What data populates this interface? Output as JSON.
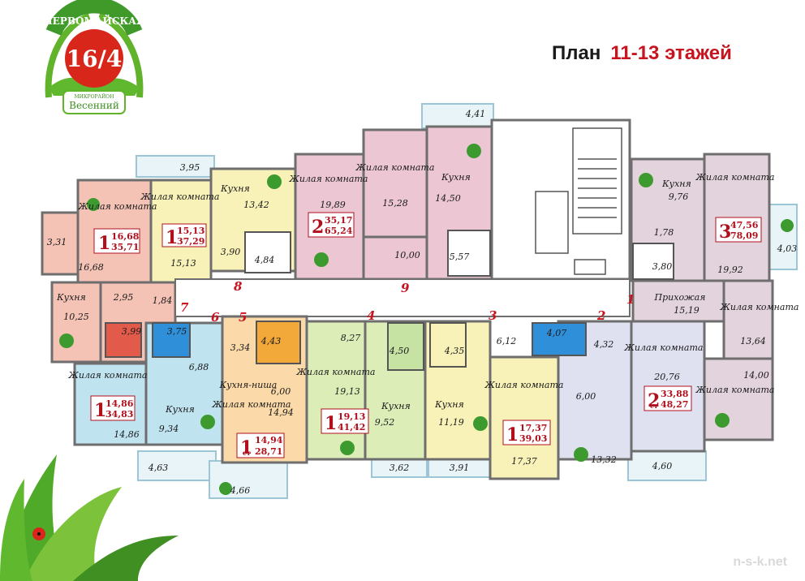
{
  "logo": {
    "top": "ПЕРВОМАЙСКАЯ",
    "number": "16/4",
    "small": "МИКРОРАЙОН",
    "name": "Весенний"
  },
  "title": {
    "prefix": "План",
    "floors": "11-13 этажей"
  },
  "watermark": "n-s-k.net",
  "colors": {
    "pink": "#f4c3b6",
    "yellow": "#f8f2b8",
    "rose": "#ecc6d3",
    "mauve": "#e3d3dc",
    "cyan": "#bfe3ef",
    "orange": "#fbd9a8",
    "green": "#dcedb8",
    "lavender": "#dfe0f0",
    "red_label": "#b0101c"
  },
  "rooms": {
    "r_331": "3,31",
    "r_1668a": "Жилая комната",
    "r_1668": "16,68",
    "kitchen1": "Кухня",
    "r_1025": "10,25",
    "r_295": "2,95",
    "r_184": "1,84",
    "r_399": "3,99",
    "r_395": "3,95",
    "r_1513a": "Жилая комната",
    "r_1513": "15,13",
    "kitchen2": "Кухня",
    "r_1342": "13,42",
    "r_390": "3,90",
    "r_484": "4,84",
    "r_1989a": "Жилая комната",
    "r_1989": "19,89",
    "r_1528a": "Жилая комната",
    "r_1528": "15,28",
    "kitchen3": "Кухня",
    "r_1450": "14,50",
    "r_1000": "10,00",
    "r_557": "5,57",
    "r_441": "4,41",
    "kitchen4": "Кухня",
    "r_976": "9,76",
    "r_178": "1,78",
    "r_380": "3,80",
    "r_4756a": "Жилая комната",
    "r_1992": "19,92",
    "r_403": "4,03",
    "hall": "Прихожая",
    "r_1519": "15,19",
    "r_1364a": "Жилая комната",
    "r_1364": "13,64",
    "r_1400": "14,00",
    "r_1400a": "Жилая комната",
    "r_1486a": "Жилая комната",
    "r_1486": "14,86",
    "kitchen5": "Кухня",
    "r_934": "9,34",
    "r_688": "6,88",
    "r_375": "3,75",
    "r_463": "4,63",
    "r_334": "3,34",
    "r_443": "4,43",
    "niche": "Кухня-ниша",
    "r_600a": "6,00",
    "r_1494a": "Жилая комната",
    "r_1494": "14,94",
    "r_466": "4,66",
    "r_827": "8,27",
    "r_1913a": "Жилая комната",
    "r_1913": "19,13",
    "kitchen6": "Кухня",
    "r_952": "9,52",
    "r_450": "4,50",
    "r_362": "3,62",
    "r_435": "4,35",
    "kitchen7": "Кухня",
    "r_1119": "11,19",
    "r_391": "3,91",
    "r_612": "6,12",
    "r_1737a": "Жилая комната",
    "r_1737": "17,37",
    "r_407": "4,07",
    "r_432": "4,32",
    "r_600b": "6,00",
    "r_1332": "13,32",
    "r_2076a": "Жилая комната",
    "r_2076": "20,76",
    "r_460": "4,60"
  },
  "apartments": [
    {
      "rooms": "1",
      "living": "16,68",
      "total": "35,71"
    },
    {
      "rooms": "1",
      "living": "15,13",
      "total": "37,29"
    },
    {
      "rooms": "2",
      "living": "35,17",
      "total": "65,24"
    },
    {
      "rooms": "3",
      "living": "47,56",
      "total": "78,09"
    },
    {
      "rooms": "1",
      "living": "14,86",
      "total": "34,83"
    },
    {
      "rooms": "1",
      "living": "14,94",
      "prefix": "ст",
      "total": "28,71"
    },
    {
      "rooms": "1",
      "living": "19,13",
      "total": "41,42"
    },
    {
      "rooms": "1",
      "living": "17,37",
      "total": "39,03"
    },
    {
      "rooms": "2",
      "living": "33,88",
      "prefix": "ст",
      "total": "48,27"
    }
  ],
  "numbers": [
    "1",
    "2",
    "3",
    "4",
    "5",
    "6",
    "7",
    "8",
    "9"
  ]
}
